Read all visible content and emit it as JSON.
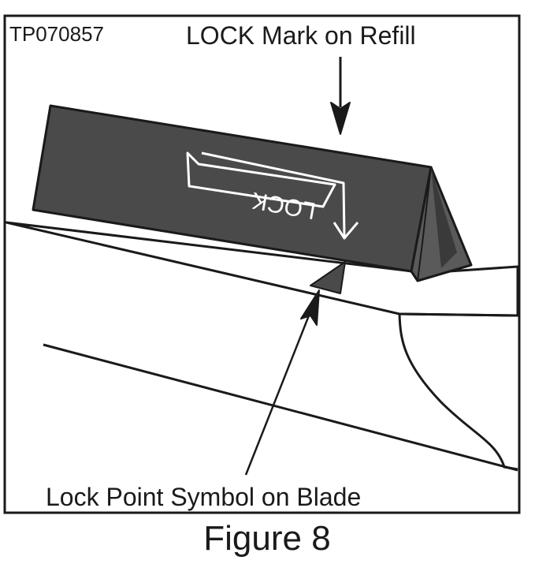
{
  "figure": {
    "part_number": "TP070857",
    "top_callout": "LOCK Mark on Refill",
    "bottom_callout": "Lock Point Symbol on Blade",
    "refill_mark_text": "LOCK",
    "caption": "Figure 8"
  },
  "colors": {
    "ink": "#1a1a1a",
    "refill_fill": "#4a4a4a",
    "refill_shadow": "#3a3a3a",
    "blade_fill": "#ffffff",
    "mark_stroke": "#ffffff"
  },
  "icons": {
    "top_arrow": "arrow-down-icon",
    "bottom_arrow": "arrow-up-icon",
    "lock_point": "triangle-icon"
  }
}
